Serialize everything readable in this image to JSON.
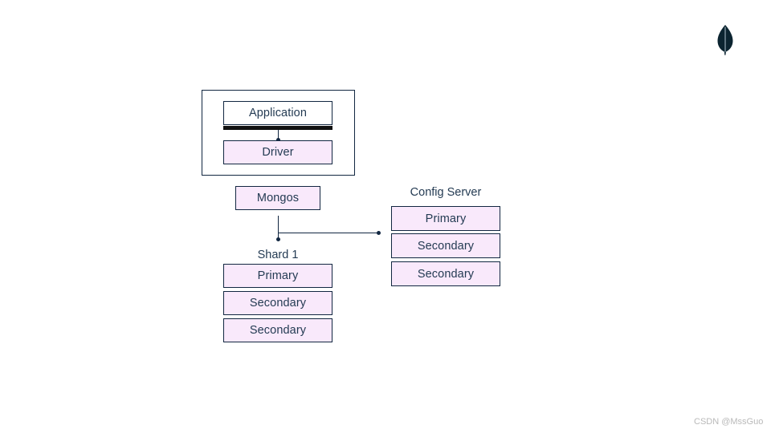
{
  "page": {
    "background_color": "#ffffff",
    "stroke_color": "#122741",
    "node_fill_color": "#f9e9fb",
    "text_color": "#243b53",
    "accent_bar_color": "#111111",
    "logo_color": "#0b2430",
    "watermark_color": "#b9b9b9"
  },
  "logo": {
    "name": "mongodb-leaf-logo",
    "icon": "leaf-icon"
  },
  "client_group": {
    "label": "",
    "application": {
      "label": "Application",
      "fill": "white"
    },
    "driver": {
      "label": "Driver",
      "fill": "lavender"
    }
  },
  "router": {
    "mongos": {
      "label": "Mongos"
    }
  },
  "shard": {
    "caption": "Shard 1",
    "members": [
      {
        "label": "Primary",
        "role": "primary"
      },
      {
        "label": "Secondary",
        "role": "secondary"
      },
      {
        "label": "Secondary",
        "role": "secondary"
      }
    ]
  },
  "config_server": {
    "caption": "Config Server",
    "members": [
      {
        "label": "Primary",
        "role": "primary"
      },
      {
        "label": "Secondary",
        "role": "secondary"
      },
      {
        "label": "Secondary",
        "role": "secondary"
      }
    ]
  },
  "connectors": [
    {
      "name": "application-to-driver",
      "kind": "vertical"
    },
    {
      "name": "mongos-to-shard",
      "kind": "vertical"
    },
    {
      "name": "mongos-to-config",
      "kind": "horizontal"
    }
  ],
  "watermark": {
    "text": "CSDN @MssGuo"
  }
}
